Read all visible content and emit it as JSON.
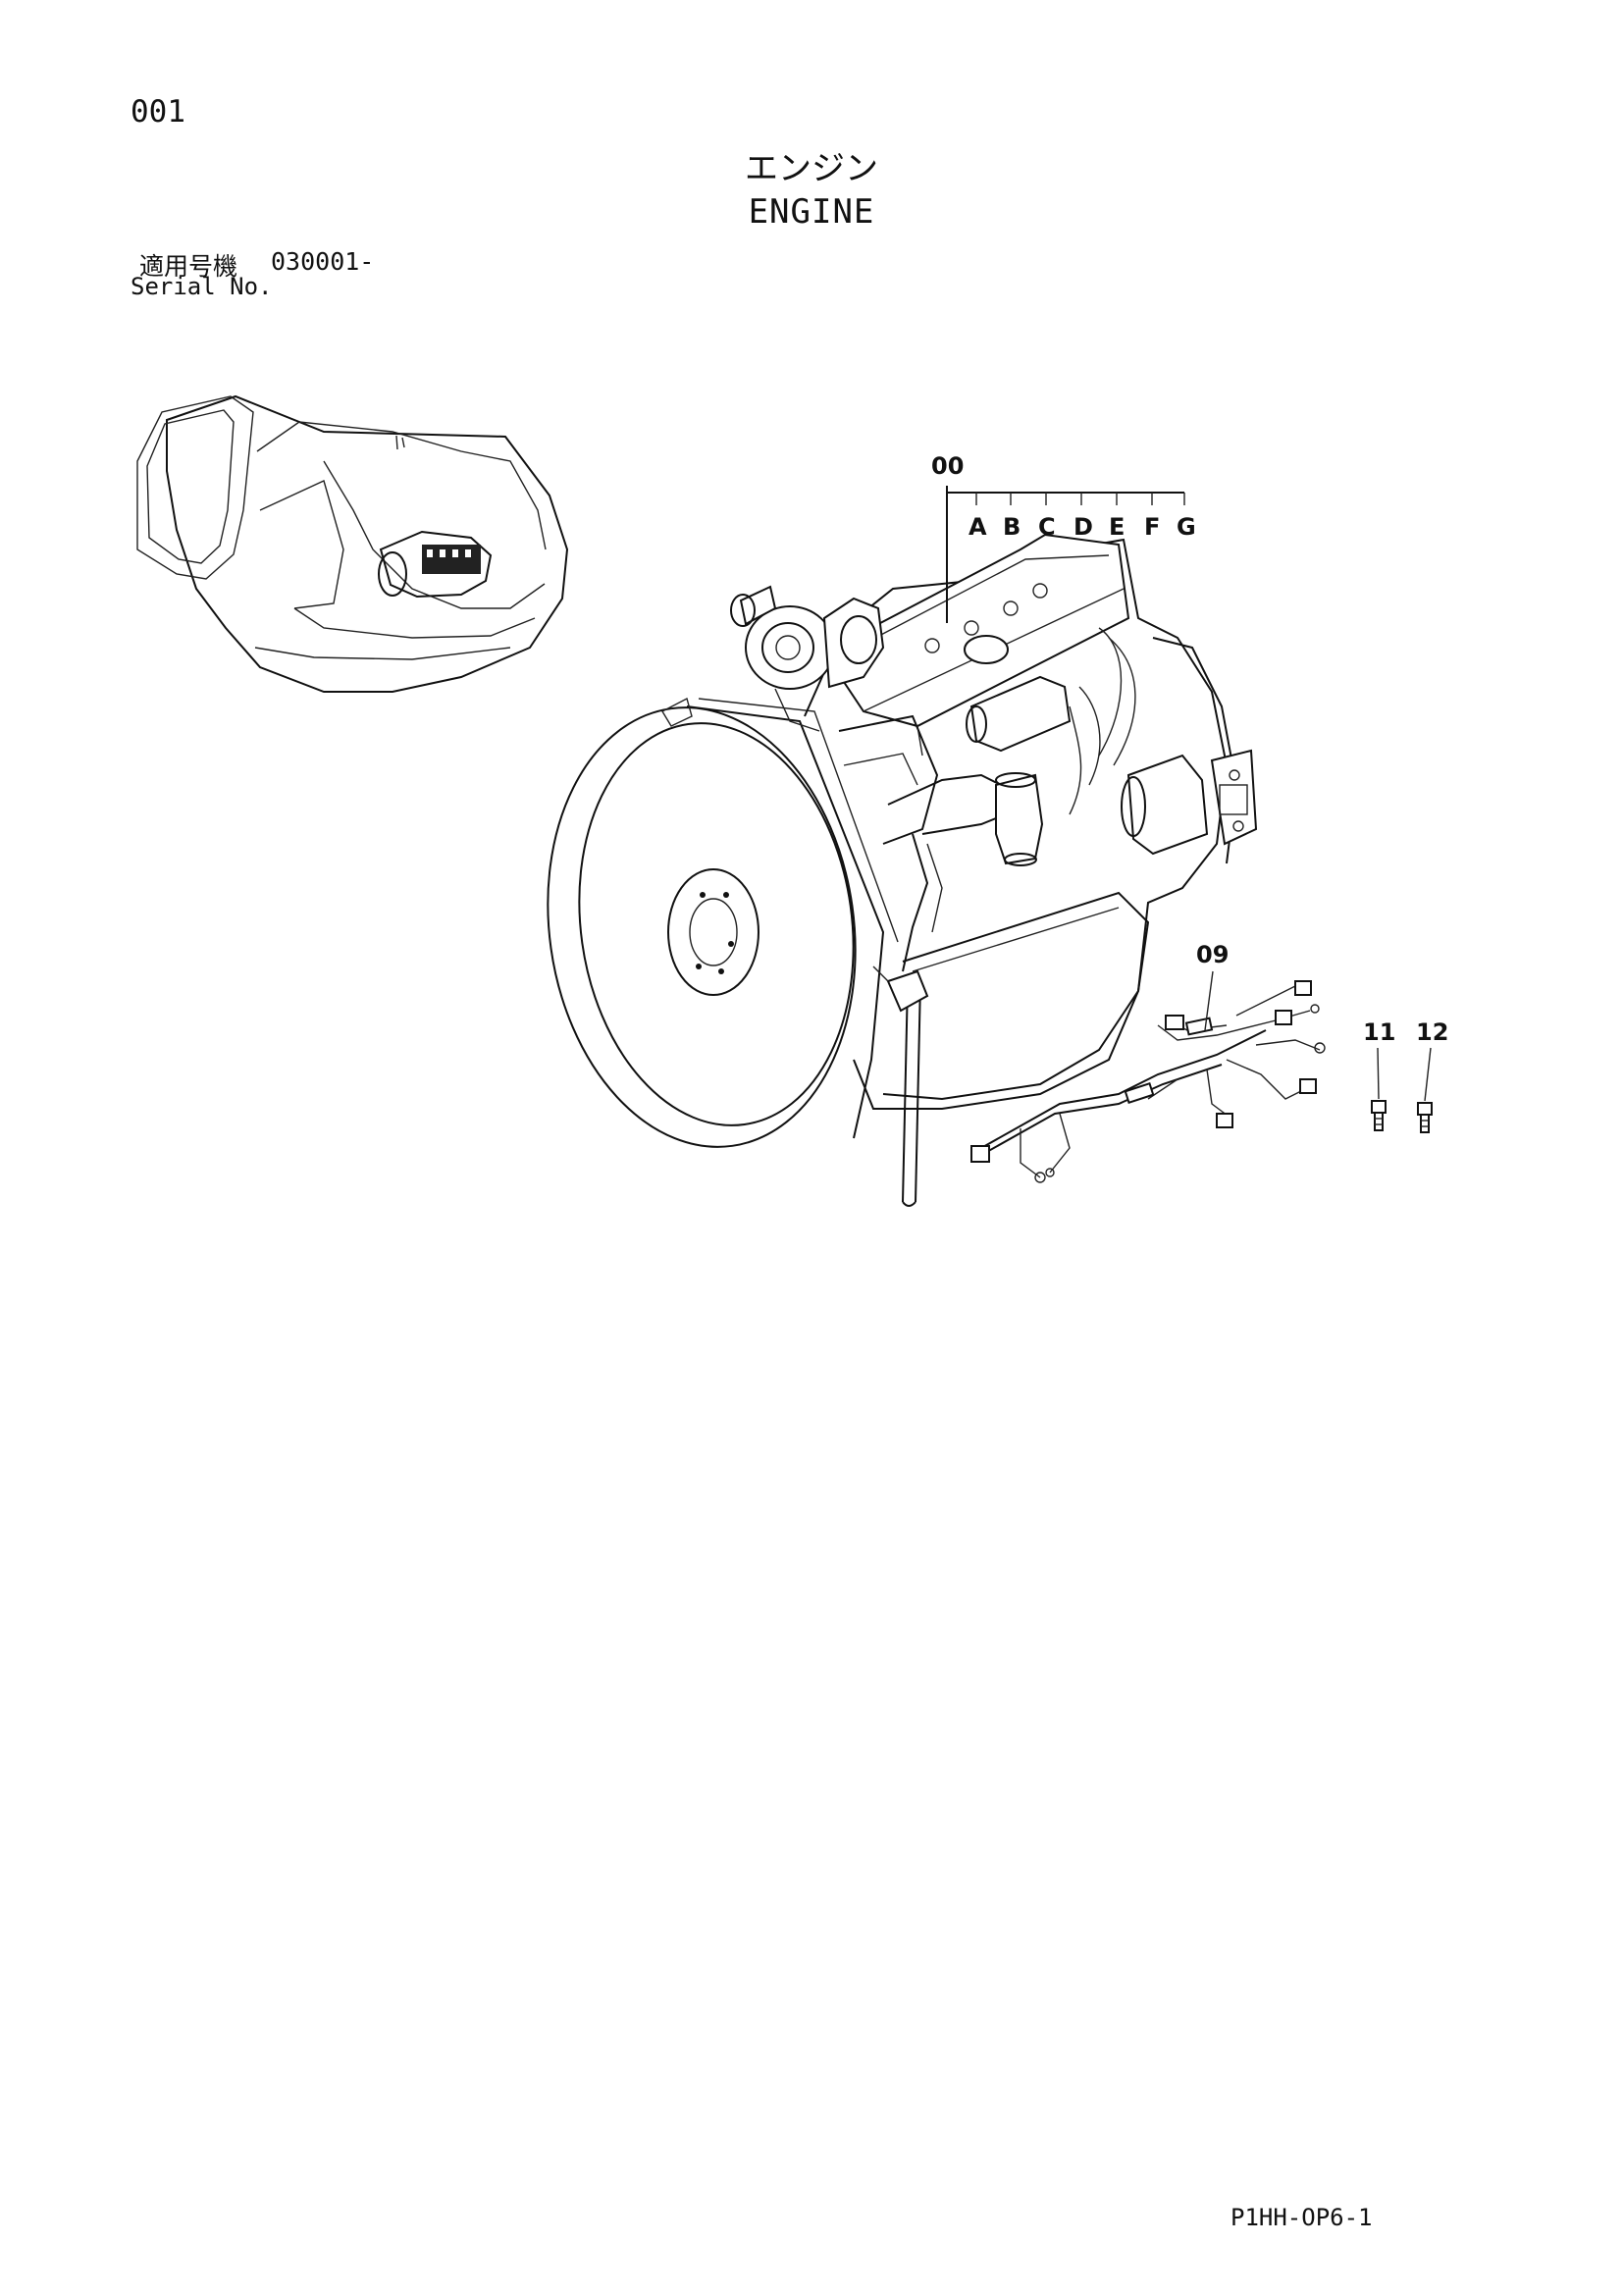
{
  "page_number": "001",
  "title_jp": "エンジン",
  "title_en": "ENGINE",
  "serial_label_jp": "適用号機",
  "serial_value": "030001-",
  "serial_label_en": "Serial No.",
  "figure_code": "P1HH-OP6-1",
  "callouts": {
    "assembly": "00",
    "sub_items": [
      "A",
      "B",
      "C",
      "D",
      "E",
      "F",
      "G"
    ],
    "harness": "09",
    "bolt_left": "11",
    "bolt_right": "12"
  }
}
